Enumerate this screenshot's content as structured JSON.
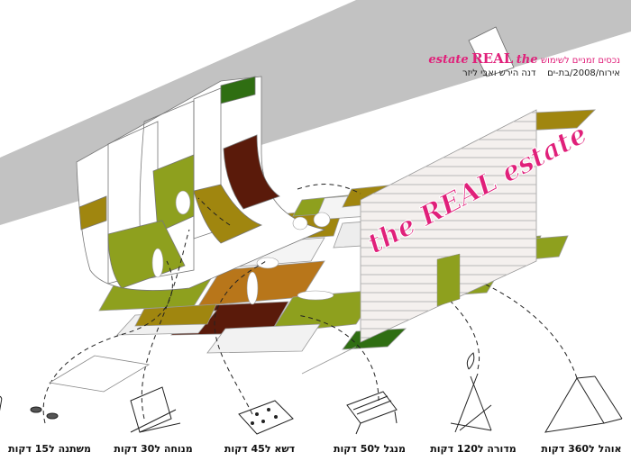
{
  "header": {
    "title_prefix": "the",
    "title_main": "REAL",
    "title_suffix": "estate",
    "subtitle": "נכסים זמניים לשימוש",
    "location_date": "אירוח/2008/בת-ים",
    "authors": "דנה הירש ואבי ליזר"
  },
  "sign_text": "the REAL estate",
  "items": [
    {
      "label": "משתנה ל15 דקות",
      "icon": "mattress-icon"
    },
    {
      "label": "מנוחה ל30 דקות",
      "icon": "deck-chair-icon"
    },
    {
      "label": "דשא ל45 דקות",
      "icon": "grass-mat-icon"
    },
    {
      "label": "מנגל ל50 דקות",
      "icon": "grill-icon"
    },
    {
      "label": "מדורה ל120 דקות",
      "icon": "campfire-icon"
    },
    {
      "label": "אוהל ל360 דקות",
      "icon": "tent-icon"
    }
  ],
  "colors": {
    "olive": "#8ea01e",
    "dark_green": "#2f6e12",
    "mustard": "#a0860f",
    "orange_brown": "#b8761a",
    "maroon": "#5a1a0a",
    "magenta": "#e0207a",
    "wall_gray": "#c2c2c2"
  }
}
